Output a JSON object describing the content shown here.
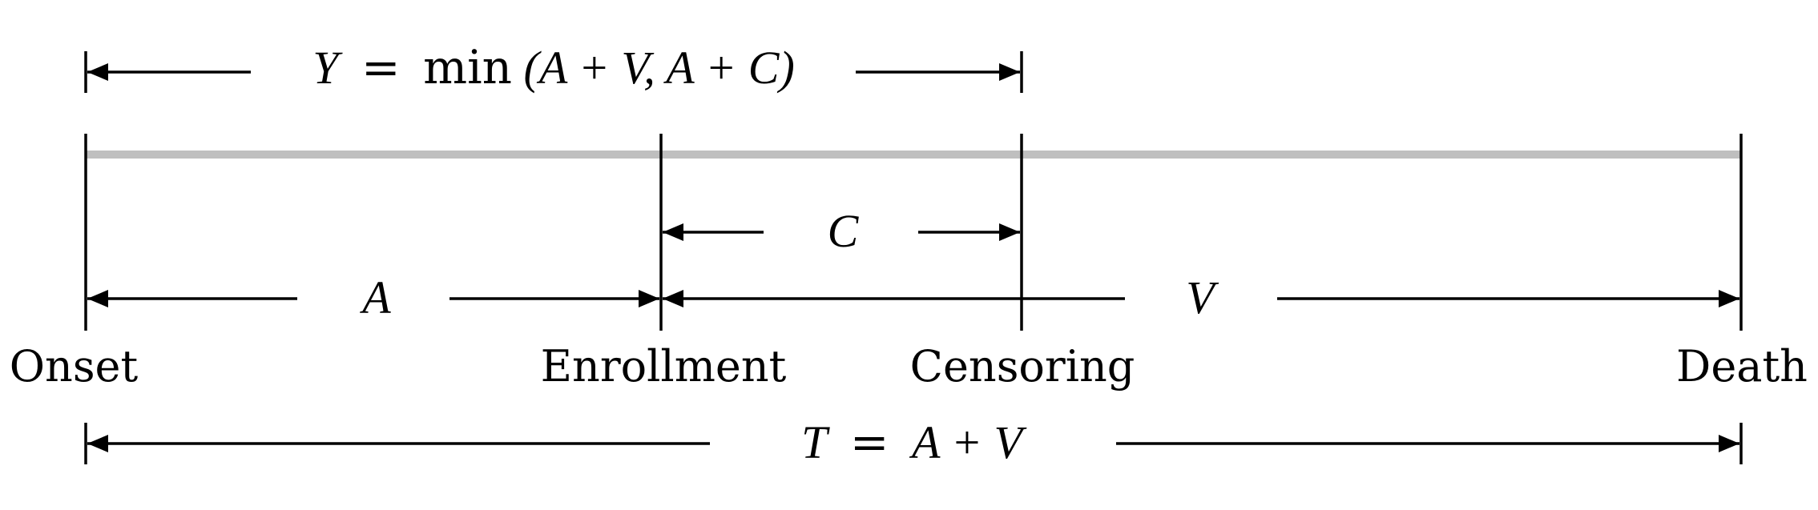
{
  "timeline": {
    "points": [
      {
        "id": "onset",
        "label": "Onset"
      },
      {
        "id": "enrollment",
        "label": "Enrollment"
      },
      {
        "id": "censoring",
        "label": "Censoring"
      },
      {
        "id": "death",
        "label": "Death"
      }
    ]
  },
  "intervals": {
    "Y": {
      "lhs": "Y",
      "eq": "=",
      "fn": "min",
      "args": "(A + V, A + C)"
    },
    "C": {
      "symbol": "C"
    },
    "A": {
      "symbol": "A"
    },
    "V": {
      "symbol": "V"
    },
    "T": {
      "lhs": "T",
      "eq": "=",
      "rhs": "A + V"
    }
  },
  "colors": {
    "line": "#000000",
    "band": "#bfbfbf",
    "background": "#ffffff"
  }
}
